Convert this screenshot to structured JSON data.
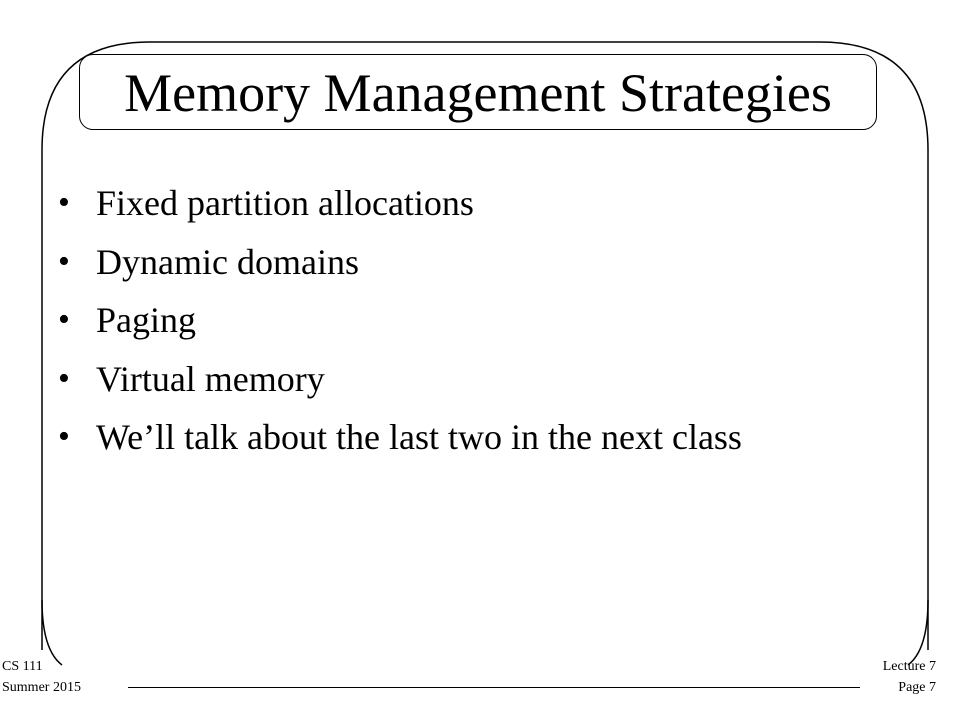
{
  "slide": {
    "title": "Memory Management Strategies",
    "bullets": [
      "Fixed partition allocations",
      "Dynamic domains",
      "Paging",
      "Virtual memory",
      "We’ll talk about the last two in the next class"
    ],
    "bullet_glyph": "•"
  },
  "footer": {
    "course": "CS 111",
    "term": "Summer 2015",
    "lecture": "Lecture 7",
    "page": "Page 7"
  }
}
